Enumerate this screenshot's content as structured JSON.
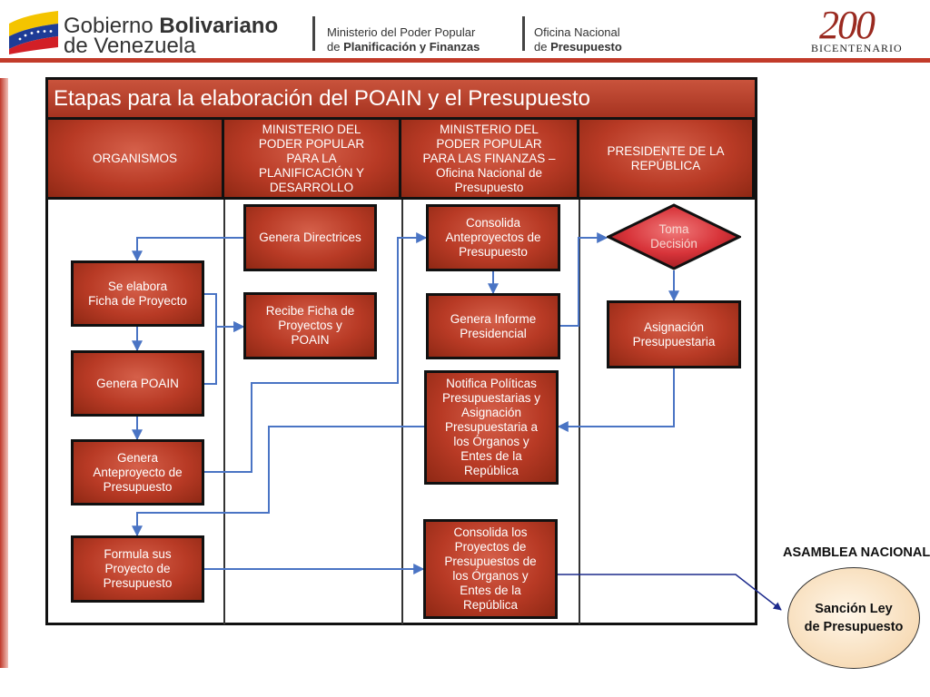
{
  "header": {
    "gov_line1_regular": "Gobierno ",
    "gov_line1_bold": "Bolivariano",
    "gov_line2": "de Venezuela",
    "ministry_line1": "Ministerio del Poder Popular",
    "ministry_line2_prefix": "de ",
    "ministry_line2_bold": "Planificación y Finanzas",
    "office_line1": "Oficina Nacional",
    "office_line2_prefix": "de ",
    "office_line2_bold": "Presupuesto",
    "bicentenario_number": "200",
    "bicentenario_label": "BICENTENARIO"
  },
  "title": "Etapas para la elaboración del POAIN y el Presupuesto",
  "columns": [
    "ORGANISMOS",
    "MINISTERIO DEL\nPODER POPULAR\nPARA LA\nPLANIFICACIÓN Y\nDESARROLLO",
    "MINISTERIO DEL\nPODER POPULAR\nPARA LAS FINANZAS –\nOficina Nacional de\nPresupuesto",
    "PRESIDENTE DE LA\nREPÚBLICA"
  ],
  "boxes": {
    "ficha": "Se elabora\nFicha de Proyecto",
    "poain": "Genera POAIN",
    "anteproyecto": "Genera\nAnteproyecto de\nPresupuesto",
    "formula": "Formula sus\nProyecto de\nPresupuesto",
    "directrices": "Genera Directrices",
    "recibe": "Recibe Ficha de\nProyectos y\nPOAIN",
    "consolida_ante": "Consolida\nAnteproyectos de\nPresupuesto",
    "informe": "Genera Informe\nPresidencial",
    "notifica": "Notifica Políticas\nPresupuestarias y\nAsignación\nPresupuestaria a\nlos Órganos y\nEntes de la\nRepública",
    "consolida_proy": "Consolida los\nProyectos de\nPresupuestos de\nlos Órganos y\nEntes de la\nRepública",
    "decision": "Toma\nDecisión",
    "asignacion": "Asignación\nPresupuestaria"
  },
  "asamblea": {
    "label": "ASAMBLEA NACIONAL",
    "sancion": "Sanción Ley\nde Presupuesto"
  },
  "colors": {
    "box_red": "#b83a25",
    "connector_blue": "#4a74c4",
    "header_red": "#c23b2a"
  }
}
